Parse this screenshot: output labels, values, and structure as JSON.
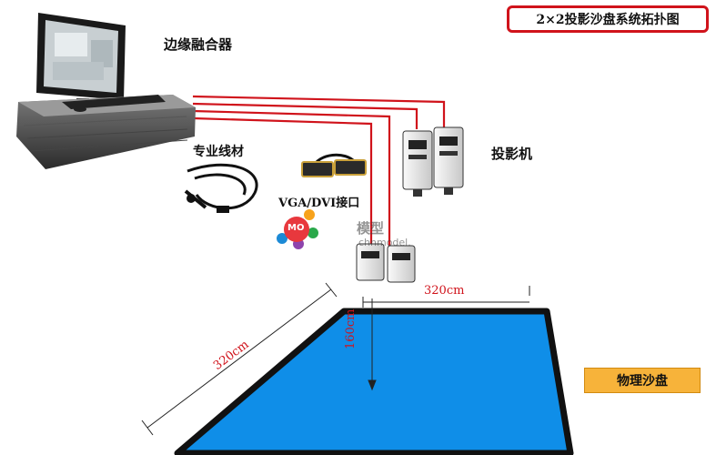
{
  "title": "2×2投影沙盘系统拓扑图",
  "labels": {
    "edge_blender": "边缘融合器",
    "cable": "专业线材",
    "interface": "VGA/DVI接口",
    "projector": "投影机",
    "sand_table": "物理沙盘"
  },
  "dimensions": {
    "top": "320cm",
    "left": "320cm",
    "height": "160cm"
  },
  "watermark": {
    "logo": "MO",
    "url": "chnmodel.",
    "cn": "模型"
  },
  "colors": {
    "wire": "#d0131b",
    "sand_table_fill": "#0f8ee8",
    "sand_table_border": "#111111",
    "label_box": "#f7b33a"
  },
  "icons": [
    "computer-icon",
    "cable-icon",
    "vga-connector-icon",
    "projector-icon"
  ]
}
